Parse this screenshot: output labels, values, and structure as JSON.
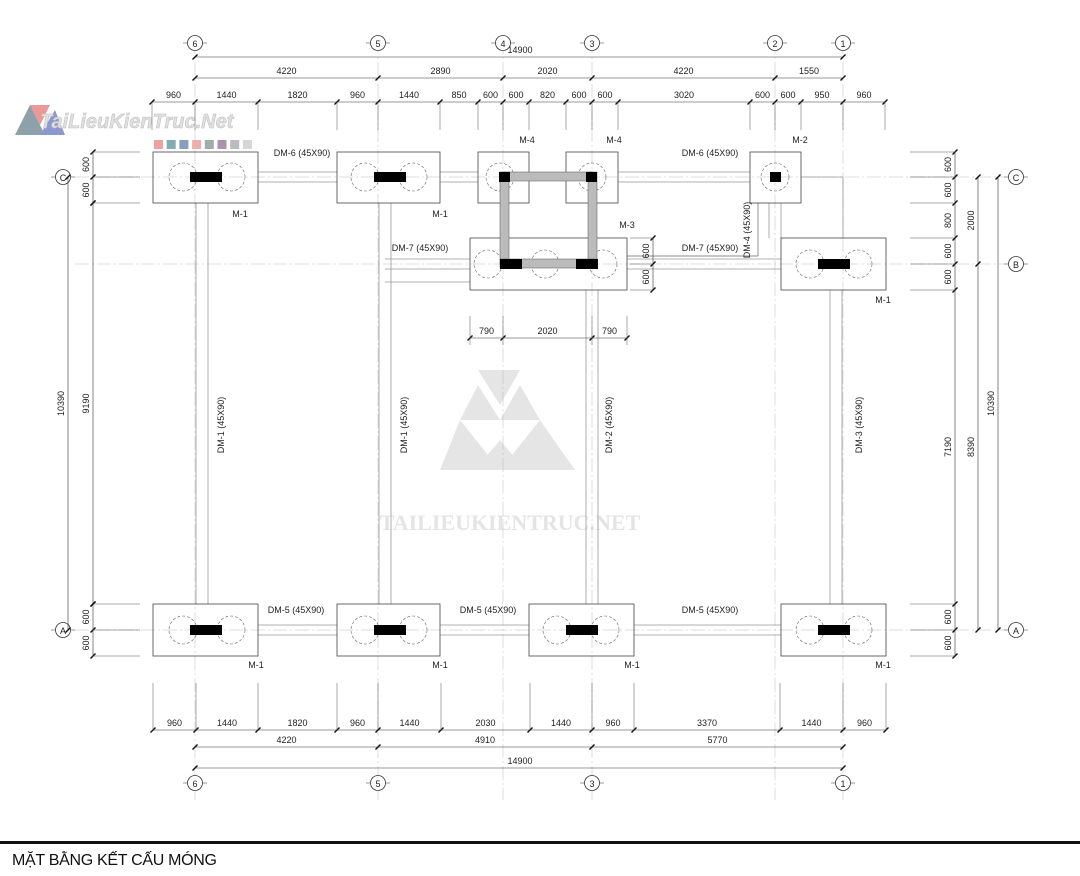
{
  "title": "MẶT BẰNG KẾT CẤU MÓNG",
  "watermark": {
    "logo_text": "TaiLieuKienTruc.Net",
    "center_text": "TAILIEUKIENTRUC.NET"
  },
  "grid_axes": {
    "vertical": [
      "6",
      "5",
      "4",
      "3",
      "2",
      "1"
    ],
    "bottom": [
      "6",
      "5",
      "3",
      "1"
    ],
    "rows_left": [
      "C",
      "A"
    ],
    "rows_right": [
      "C",
      "B",
      "A"
    ]
  },
  "dims_top": {
    "total": "14900",
    "axes": [
      "4220",
      "2890",
      "2020",
      "4220",
      "1550"
    ],
    "detail": [
      "960",
      "1440",
      "1820",
      "960",
      "1440",
      "850",
      "600",
      "600",
      "820",
      "600",
      "600",
      "3020",
      "600",
      "600",
      "950",
      "960"
    ]
  },
  "dims_bottom": {
    "detail": [
      "960",
      "1440",
      "1820",
      "960",
      "1440",
      "2030",
      "1440",
      "960",
      "3370",
      "1440",
      "960"
    ],
    "axes": [
      "4220",
      "4910",
      "5770"
    ],
    "total": "14900"
  },
  "dims_left": {
    "c_top": "600",
    "c_bot": "600",
    "span": "9190",
    "total": "10390",
    "a_top": "600",
    "a_bot": "600"
  },
  "dims_right": {
    "detail": [
      "600",
      "600",
      "800",
      "600",
      "600",
      "7190",
      "600",
      "600"
    ],
    "mid": [
      "2000",
      "8390"
    ],
    "total": "10390"
  },
  "m3_dims": {
    "horizontal": [
      "790",
      "2020",
      "790"
    ],
    "vertical": [
      "600",
      "600"
    ]
  },
  "footing_labels": [
    "M-1",
    "M-1",
    "M-4",
    "M-4",
    "M-2",
    "M-3",
    "M-1",
    "M-1",
    "M-1",
    "M-1",
    "M-1"
  ],
  "beam_labels": [
    "DM-6 (45X90)",
    "DM-6 (45X90)",
    "DM-7 (45X90)",
    "DM-7 (45X90)",
    "DM-4 (45X90)",
    "DM-1 (45X90)",
    "DM-1 (45X90)",
    "DM-2 (45X90)",
    "DM-3 (45X90)",
    "DM-5 (45X90)",
    "DM-5 (45X90)",
    "DM-5 (45X90)"
  ],
  "colors": {
    "line": "#222222",
    "beam": "#9a9a9a",
    "column": "#000000",
    "watermark": "#cccccc"
  }
}
